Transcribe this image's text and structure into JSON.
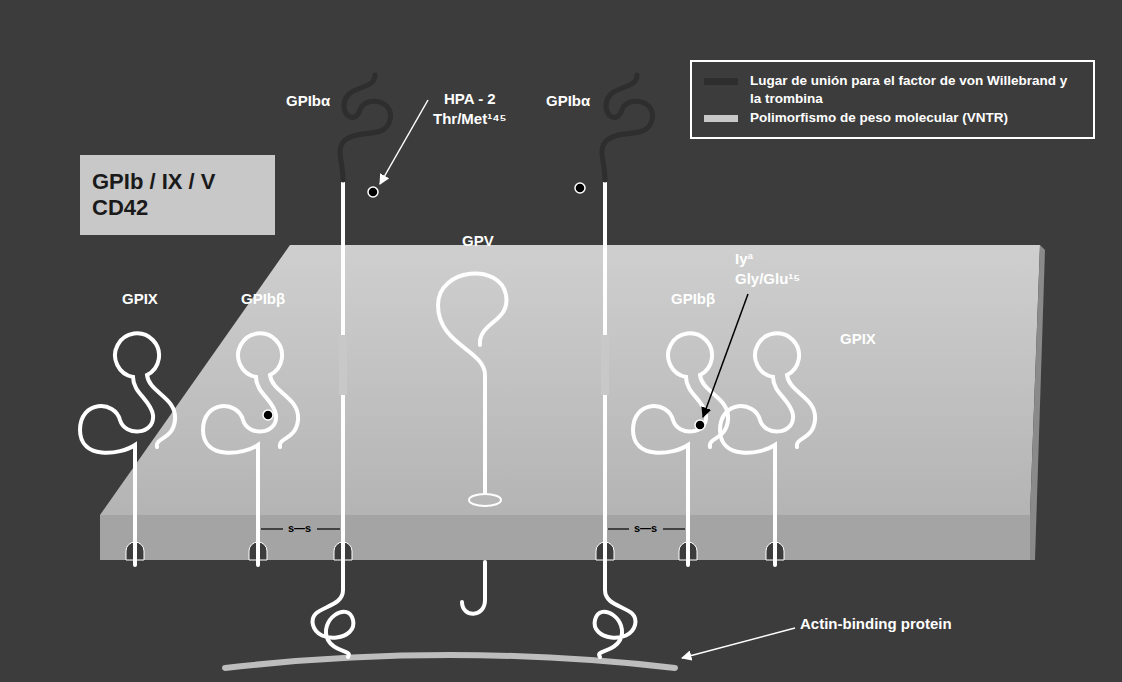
{
  "diagram": {
    "nodes": [
      {
        "text": [
          "GPIb / IX / V CD42"
        ]
      }
    ],
    "labels": [
      "GPIbα",
      "HPA - 2",
      "Thr/Met¹⁴⁵",
      "GPIbα",
      "GPV",
      "Iyª",
      "Gly/Glu¹⁵",
      "GPIX",
      "GPIbβ",
      "GPIbβ",
      "GPIX",
      "s—s",
      "s—s",
      "Actin-binding protein"
    ],
    "legend": [
      {
        "text": "Lugar de unión para el factor de von Willebrand y la trombina",
        "color": "#2e2e2e"
      },
      {
        "text": "Polimorfismo de peso molecular (VNTR)",
        "color": "#c8c8c8"
      }
    ]
  }
}
